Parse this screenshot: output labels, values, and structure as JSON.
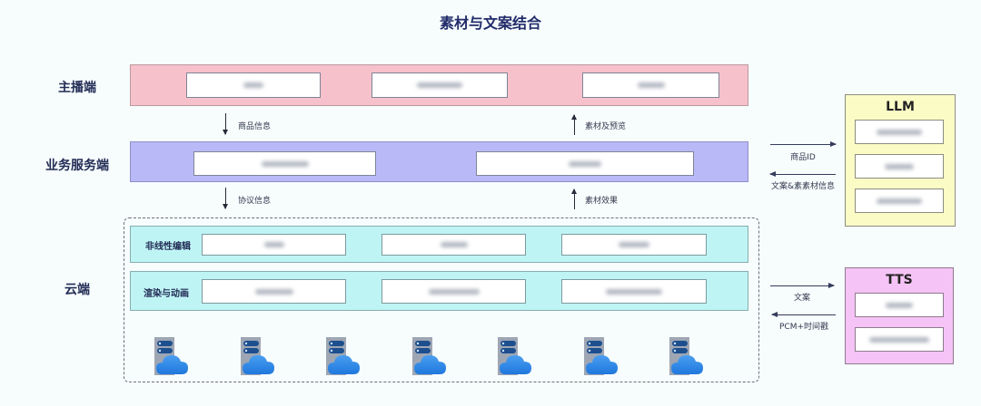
{
  "title": "素材与文案结合",
  "tiers": {
    "anchor": {
      "label": "主播端",
      "cells": 3
    },
    "business": {
      "label": "业务服务端",
      "cells": 2
    },
    "cloud": {
      "label": "云端",
      "rows": [
        {
          "label": "非线性编辑",
          "cells": 3
        },
        {
          "label": "渲染与动画",
          "cells": 3
        }
      ],
      "server_icon_count": 7
    }
  },
  "flows": {
    "anchor_to_business": "商品信息",
    "business_to_anchor": "素材及预览",
    "business_to_cloud": "协议信息",
    "cloud_to_business": "素材效果",
    "to_llm": "商品ID",
    "from_llm": "文案&素素材信息",
    "to_tts": "文案",
    "from_tts": "PCM+时间戳"
  },
  "external": {
    "llm": {
      "title": "LLM",
      "cells": 3
    },
    "tts": {
      "title": "TTS",
      "cells": 2
    }
  },
  "colors": {
    "anchor_band": "#f7c1cb",
    "business_band": "#b9b9f7",
    "cloud_band": "#bff4f5",
    "llm_box": "#fbfbc6",
    "tts_box": "#f6c3f6",
    "title": "#222c6a"
  },
  "icons": {
    "server": "server-cloud-icon"
  }
}
